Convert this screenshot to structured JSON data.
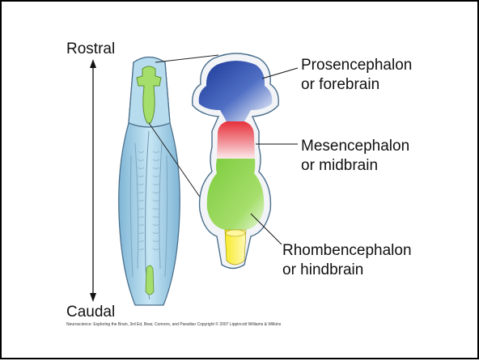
{
  "labels": {
    "rostral": "Rostral",
    "caudal": "Caudal",
    "prosencephalon_line1": "Prosencephalon",
    "prosencephalon_line2": "or forebrain",
    "mesencephalon_line1": "Mesencephalon",
    "mesencephalon_line2": "or midbrain",
    "rhombencephalon_line1": "Rhombencephalon",
    "rhombencephalon_line2": "or hindbrain"
  },
  "caption": "Neuroscience: Exploring the Brain, 3rd Ed, Bear, Connors, and Paradiso Copyright © 2007 Lippincott Williams & Wilkins",
  "colors": {
    "forebrain": "#1f3f9e",
    "midbrain": "#e8343e",
    "hindbrain": "#8fd24a",
    "spinal": "#f2e000",
    "tube": "#a9d3ea",
    "tube_outline": "#4b6f8c"
  }
}
